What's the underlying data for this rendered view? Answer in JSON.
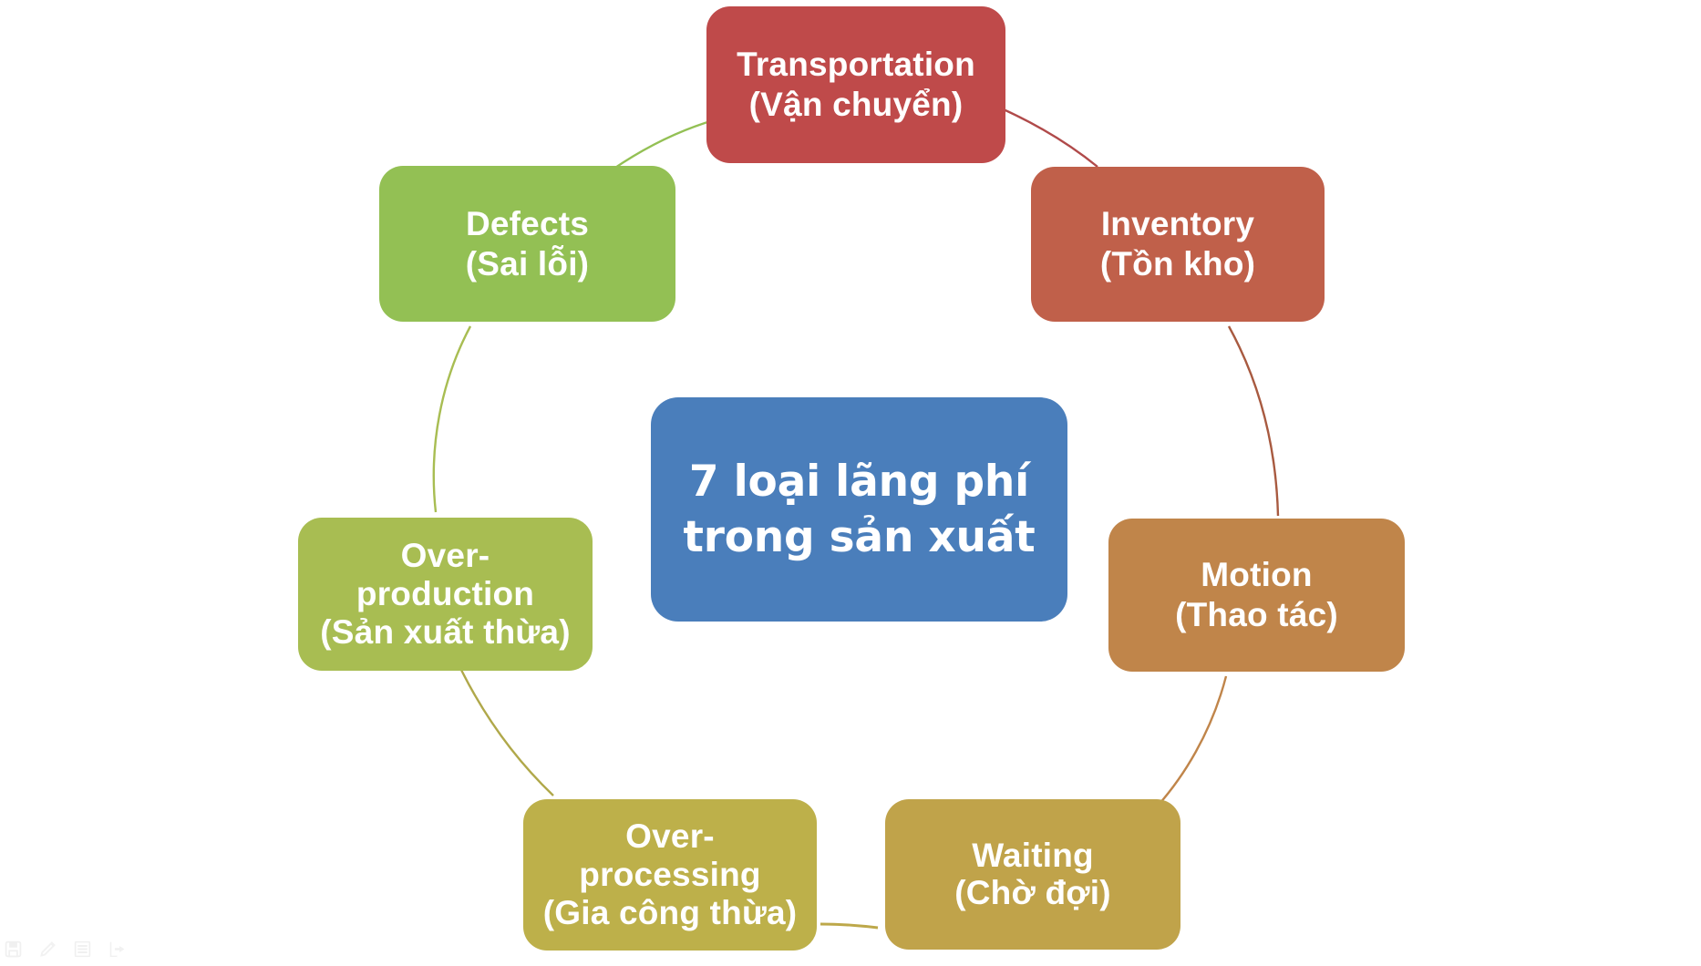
{
  "diagram": {
    "center": {
      "lines": [
        "7 loại lãng phí",
        "trong sản xuất"
      ],
      "color": "#4a7ebb"
    },
    "nodes": [
      {
        "id": "transportation",
        "title": "Transportation",
        "subtitle": "(Vận chuyển)",
        "color": "#bf4a4a"
      },
      {
        "id": "inventory",
        "title": "Inventory",
        "subtitle": "(Tồn kho)",
        "color": "#c0604a"
      },
      {
        "id": "motion",
        "title": "Motion",
        "subtitle": "(Thao tác)",
        "color": "#c0854a"
      },
      {
        "id": "waiting",
        "title": "Waiting",
        "subtitle": "(Chờ đợi)",
        "color": "#c0a34a"
      },
      {
        "id": "overprocessing",
        "title_line1": "Over-",
        "title_line2": "processing",
        "subtitle": "(Gia công thừa)",
        "color": "#bdb04a"
      },
      {
        "id": "overproduction",
        "title_line1": "Over-",
        "title_line2": "production",
        "subtitle": "(Sản xuất thừa)",
        "color": "#a8bd52"
      },
      {
        "id": "defects",
        "title": "Defects",
        "subtitle": "(Sai lỗi)",
        "color": "#93c054"
      }
    ],
    "connectors": [
      {
        "from": "defects",
        "to": "transportation",
        "color": "#93c054"
      },
      {
        "from": "transportation",
        "to": "inventory",
        "color": "#bf4a4a"
      },
      {
        "from": "inventory",
        "to": "motion",
        "color": "#a85a40"
      },
      {
        "from": "motion",
        "to": "waiting",
        "color": "#c0854a"
      },
      {
        "from": "waiting",
        "to": "overprocessing",
        "color": "#bda84a"
      },
      {
        "from": "overprocessing",
        "to": "overproduction",
        "color": "#b0a84a"
      },
      {
        "from": "overproduction",
        "to": "defects",
        "color": "#a8bd52"
      }
    ]
  },
  "status_toolbar": {
    "icons": [
      "save-icon",
      "pen-icon",
      "lines-icon",
      "export-icon"
    ]
  }
}
